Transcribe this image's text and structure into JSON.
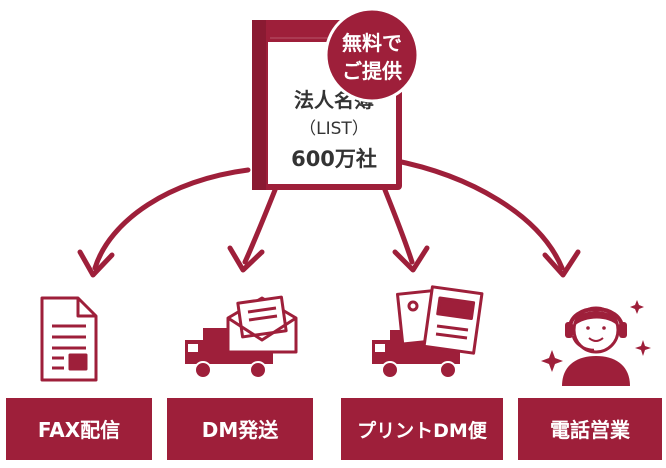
{
  "colors": {
    "brand": "#9e1f3a",
    "brand_dark": "#8a1a32",
    "book_inner": "#ffffff",
    "label_text": "#ffffff",
    "book_text": "#333333"
  },
  "book": {
    "title": "法人名簿",
    "subtitle": "（LIST）",
    "count": "600万社",
    "badge_line1": "無料で",
    "badge_line2": "ご提供"
  },
  "channels": [
    {
      "label": "FAX配信",
      "icon": "fax-document-icon"
    },
    {
      "label": "DM発送",
      "icon": "dm-truck-icon"
    },
    {
      "label": "プリントDM便",
      "icon": "print-dm-truck-icon"
    },
    {
      "label": "電話営業",
      "icon": "call-center-operator-icon"
    }
  ]
}
